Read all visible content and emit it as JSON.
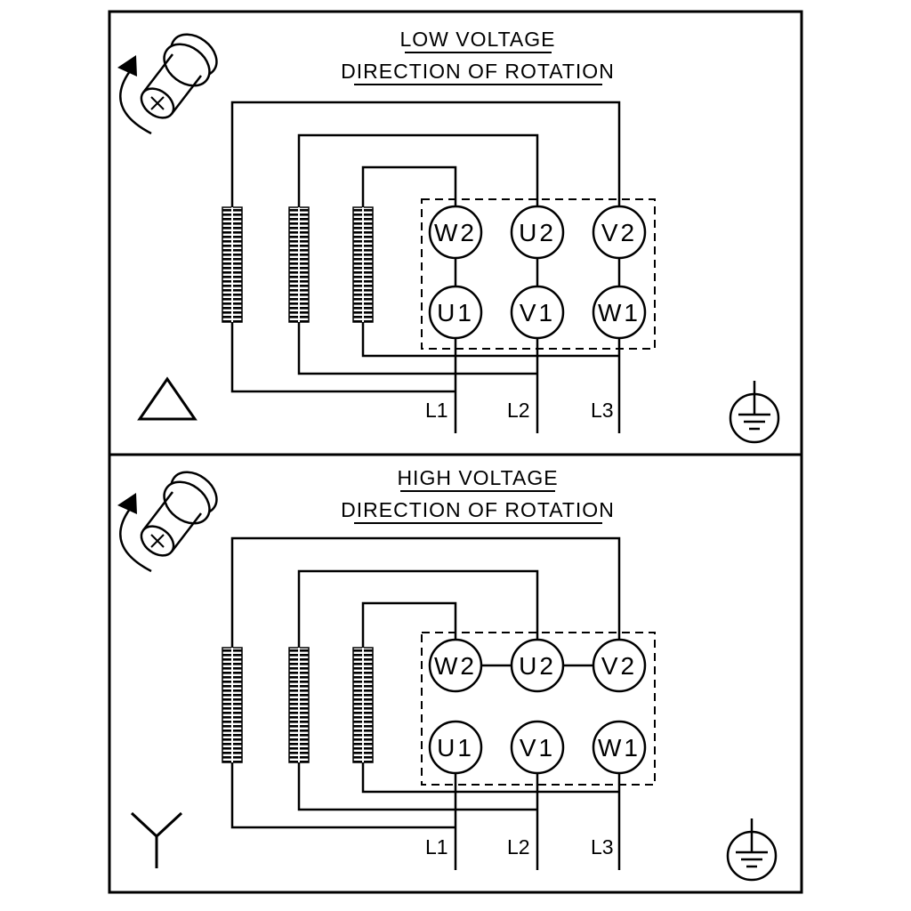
{
  "diagram": {
    "colors": {
      "line": "#000000",
      "background": "#ffffff"
    },
    "panels": [
      {
        "id": "low-voltage",
        "title": "LOW VOLTAGE",
        "subtitle": "DIRECTION OF ROTATION",
        "connection": "delta",
        "terminals_top": [
          "W2",
          "U2",
          "V2"
        ],
        "terminals_bottom": [
          "U1",
          "V1",
          "W1"
        ],
        "line_labels": [
          "L1",
          "L2",
          "L3"
        ],
        "icons": [
          "motor-shaft-rotation-icon",
          "delta-connection-icon",
          "ground-icon"
        ]
      },
      {
        "id": "high-voltage",
        "title": "HIGH VOLTAGE",
        "subtitle": "DIRECTION OF ROTATION",
        "connection": "star",
        "terminals_top": [
          "W2",
          "U2",
          "V2"
        ],
        "terminals_bottom": [
          "U1",
          "V1",
          "W1"
        ],
        "line_labels": [
          "L1",
          "L2",
          "L3"
        ],
        "icons": [
          "motor-shaft-rotation-icon",
          "star-connection-icon",
          "ground-icon"
        ]
      }
    ]
  }
}
